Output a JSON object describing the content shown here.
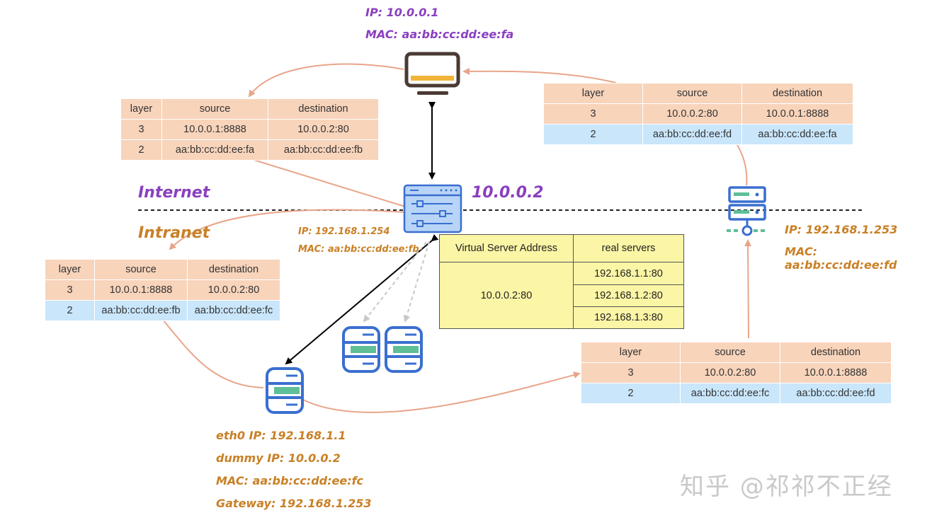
{
  "client": {
    "ip": "IP: 10.0.0.1",
    "mac": "MAC: aa:bb:cc:dd:ee:fa"
  },
  "zones": {
    "internet": "Internet",
    "intranet": "Intranet"
  },
  "balancer": {
    "vip": "10.0.0.2",
    "ip": "IP: 192.168.1.254",
    "mac": "MAC: aa:bb:cc:dd:ee:fb"
  },
  "gateway": {
    "ip": "IP: 192.168.1.253",
    "mac": "MAC: aa:bb:cc:dd:ee:fd"
  },
  "real_server": {
    "eth0": "eth0 IP: 192.168.1.1",
    "dummy": "dummy IP: 10.0.0.2",
    "mac": "MAC: aa:bb:cc:dd:ee:fc",
    "gateway": "Gateway: 192.168.1.253"
  },
  "packets": [
    {
      "headers": [
        "layer",
        "source",
        "destination"
      ],
      "l3": [
        "3",
        "10.0.0.1:8888",
        "10.0.0.2:80"
      ],
      "l2": [
        "2",
        "aa:bb:cc:dd:ee:fa",
        "aa:bb:cc:dd:ee:fb"
      ]
    },
    {
      "headers": [
        "layer",
        "source",
        "destination"
      ],
      "l3": [
        "3",
        "10.0.0.2:80",
        "10.0.0.1:8888"
      ],
      "l2": [
        "2",
        "aa:bb:cc:dd:ee:fd",
        "aa:bb:cc:dd:ee:fa"
      ]
    },
    {
      "headers": [
        "layer",
        "source",
        "destination"
      ],
      "l3": [
        "3",
        "10.0.0.1:8888",
        "10.0.0.2:80"
      ],
      "l2": [
        "2",
        "aa:bb:cc:dd:ee:fb",
        "aa:bb:cc:dd:ee:fc"
      ]
    },
    {
      "headers": [
        "layer",
        "source",
        "destination"
      ],
      "l3": [
        "3",
        "10.0.0.2:80",
        "10.0.0.1:8888"
      ],
      "l2": [
        "2",
        "aa:bb:cc:dd:ee:fc",
        "aa:bb:cc:dd:ee:fd"
      ]
    }
  ],
  "vs_table": {
    "headers": [
      "Virtual Server Address",
      "real servers"
    ],
    "vip": "10.0.0.2:80",
    "servers": [
      "192.168.1.1:80",
      "192.168.1.2:80",
      "192.168.1.3:80"
    ]
  },
  "watermark": "知乎 @祁祁不正经",
  "colors": {
    "flow": "#e8a58a",
    "label_purple": "#8a3fc0",
    "label_orange": "#c98026",
    "icon_blue": "#3a6fd0",
    "icon_green": "#5fbf97"
  }
}
